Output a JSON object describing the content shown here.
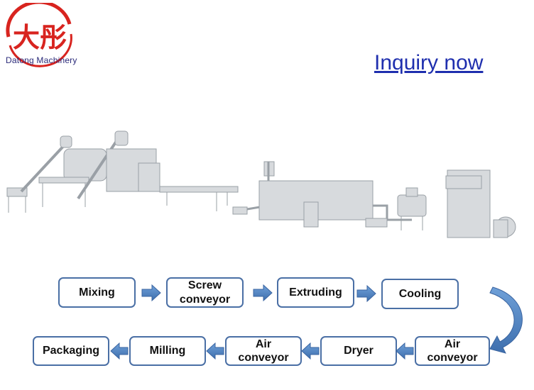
{
  "brand": {
    "logo_chars": "大彤",
    "name": "Datong Machinery",
    "colors": {
      "red": "#d8241f",
      "blue": "#2b2b7a"
    }
  },
  "header": {
    "inquiry_link": "Inquiry now",
    "link_color": "#1f2fae"
  },
  "flow": {
    "steps": [
      {
        "id": "mixing",
        "label": "Mixing"
      },
      {
        "id": "screw-conveyor",
        "label": "Screw conveyor"
      },
      {
        "id": "extruding",
        "label": "Extruding"
      },
      {
        "id": "cooling",
        "label": "Cooling"
      },
      {
        "id": "air-conveyor-1",
        "label": "Air conveyor"
      },
      {
        "id": "dryer",
        "label": "Dryer"
      },
      {
        "id": "air-conveyor-2",
        "label": "Air conveyor"
      },
      {
        "id": "milling",
        "label": "Milling"
      },
      {
        "id": "packaging",
        "label": "Packaging"
      }
    ],
    "arrow_color": "#4a7fc0",
    "box_border_color": "#4a6fa5"
  }
}
